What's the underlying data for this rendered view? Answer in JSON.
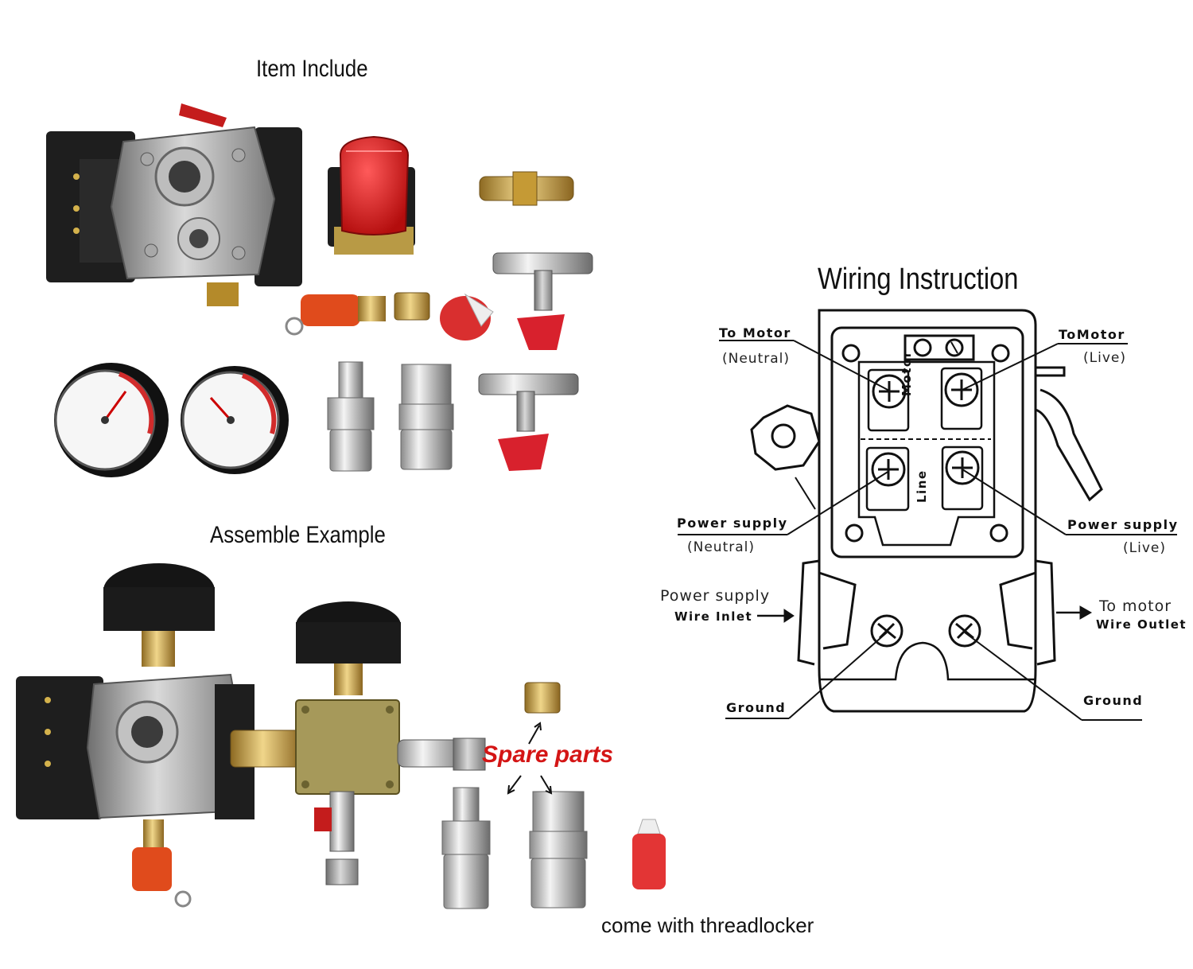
{
  "headings": {
    "items": "Item Include",
    "assemble": "Assemble Example",
    "wiring": "Wiring Instruction"
  },
  "assembly": {
    "spare_parts": "Spare parts",
    "threadlocker": "come with threadlocker"
  },
  "wiring": {
    "to_motor_neutral": {
      "title": "To Motor",
      "sub": "(Neutral)"
    },
    "to_motor_live": {
      "title": "ToMotor",
      "sub": "(Live)"
    },
    "power_neutral": {
      "title": "Power supply",
      "sub": "(Neutral)"
    },
    "power_live": {
      "title": "Power supply",
      "sub": "(Live)"
    },
    "inlet": {
      "title": "Power supply",
      "sub": "Wire Inlet"
    },
    "outlet": {
      "title": "To motor",
      "sub": "Wire Outlet"
    },
    "ground_left": "Ground",
    "ground_right": "Ground",
    "terminal_motor": "Motor",
    "terminal_line": "Line"
  },
  "colors": {
    "red_accent": "#d41515",
    "metal_gray": "#9a9a9a",
    "brass": "#c9a64a",
    "black_body": "#1c1c1c"
  }
}
